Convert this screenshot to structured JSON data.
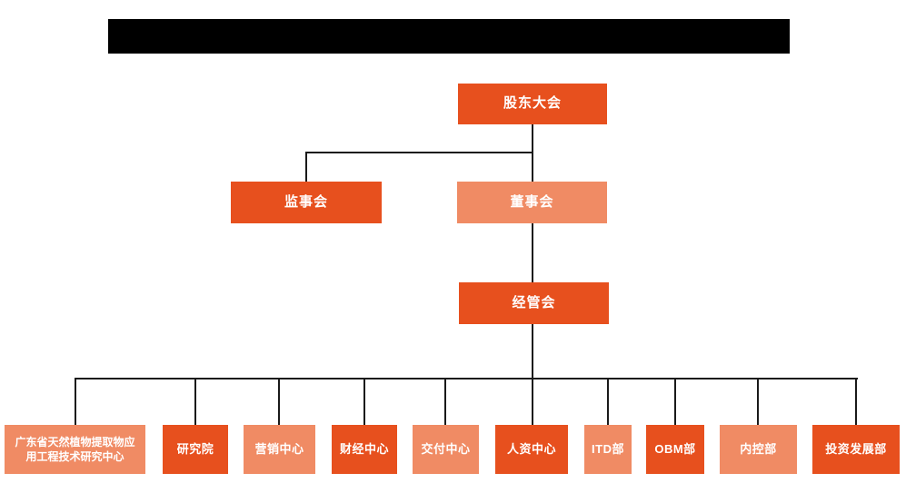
{
  "colors": {
    "node_primary": "#E7501E",
    "node_secondary": "#F08B64",
    "connector": "#1A1A1A",
    "redaction_bar": "#000000",
    "node_text": "#FFFFFF",
    "background": "#FFFFFF"
  },
  "org_chart": {
    "root": {
      "label": "股东大会",
      "tone": "primary"
    },
    "level2": [
      {
        "label": "监事会",
        "tone": "primary"
      },
      {
        "label": "董事会",
        "tone": "secondary"
      }
    ],
    "level3": {
      "label": "经管会",
      "tone": "primary"
    },
    "departments": [
      {
        "label": "广东省天然植物提取物应用工程技术研究中心",
        "tone": "secondary"
      },
      {
        "label": "研究院",
        "tone": "primary"
      },
      {
        "label": "营销中心",
        "tone": "secondary"
      },
      {
        "label": "财经中心",
        "tone": "primary"
      },
      {
        "label": "交付中心",
        "tone": "secondary"
      },
      {
        "label": "人资中心",
        "tone": "primary"
      },
      {
        "label": "ITD部",
        "tone": "secondary"
      },
      {
        "label": "OBM部",
        "tone": "primary"
      },
      {
        "label": "内控部",
        "tone": "secondary"
      },
      {
        "label": "投资发展部",
        "tone": "primary"
      }
    ]
  }
}
